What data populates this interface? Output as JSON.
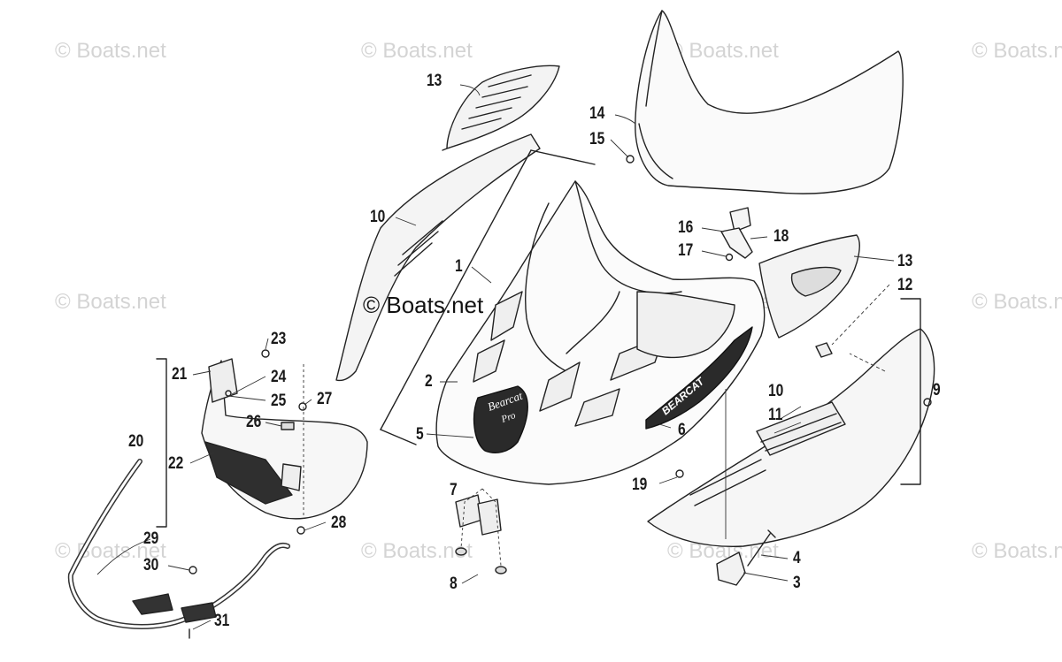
{
  "watermark": {
    "text": "© Boats.net",
    "center_text": "© Boats.net"
  },
  "logo": {
    "line1": "Bearcat",
    "line2": "Pro",
    "side_text": "BEARCAT"
  },
  "callouts": {
    "c1": "1",
    "c2": "2",
    "c3": "3",
    "c4": "4",
    "c5": "5",
    "c6": "6",
    "c7": "7",
    "c8": "8",
    "c9": "9",
    "c10a": "10",
    "c10b": "10",
    "c11": "11",
    "c12": "12",
    "c13a": "13",
    "c13b": "13",
    "c14": "14",
    "c15": "15",
    "c16": "16",
    "c17": "17",
    "c18": "18",
    "c19": "19",
    "c20": "20",
    "c21": "21",
    "c22": "22",
    "c23": "23",
    "c24": "24",
    "c25": "25",
    "c26": "26",
    "c27": "27",
    "c28": "28",
    "c29": "29",
    "c30": "30",
    "c31": "31"
  }
}
